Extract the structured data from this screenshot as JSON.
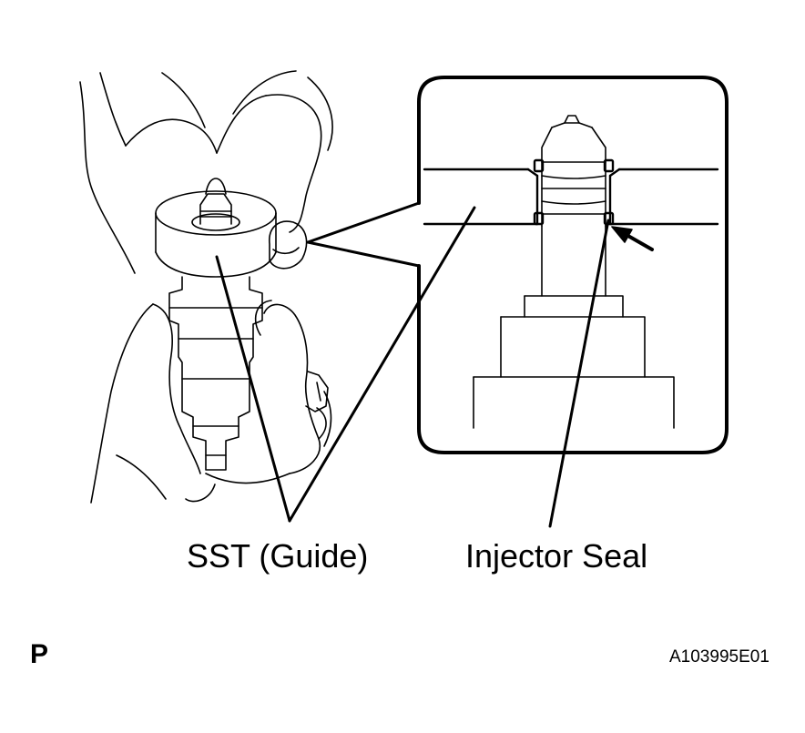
{
  "labels": {
    "sst_guide": "SST (Guide)",
    "injector_seal": "Injector Seal",
    "corner_mark": "P",
    "figure_code": "A103995E01"
  },
  "colors": {
    "ink": "#000000",
    "paper": "#ffffff"
  }
}
